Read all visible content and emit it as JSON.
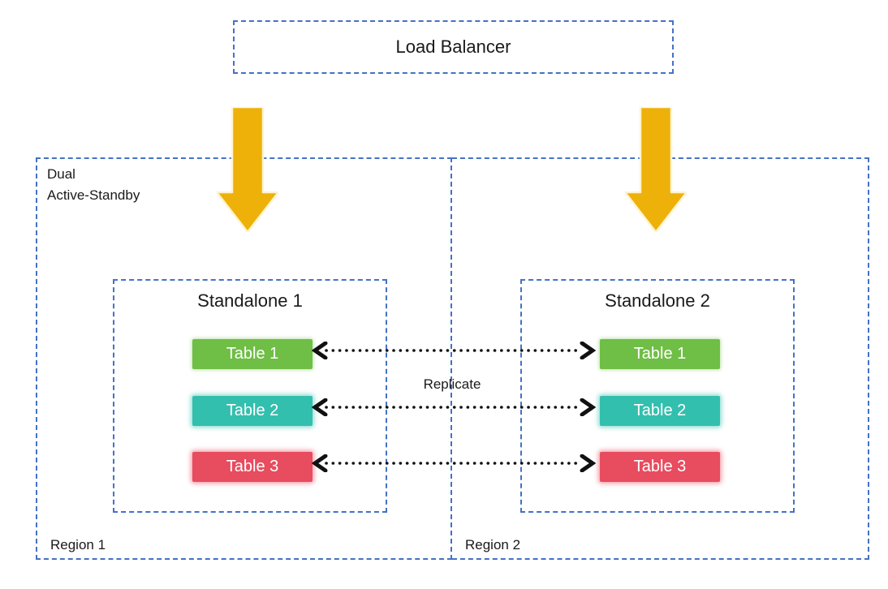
{
  "load_balancer": {
    "label": "Load Balancer"
  },
  "replication": {
    "label": "Replicate"
  },
  "regions": [
    {
      "label": "Region 1",
      "note": "Dual\nActive-Standby",
      "standalone": {
        "title": "Standalone 1",
        "tables": [
          {
            "label": "Table 1",
            "color": "#6FBE45"
          },
          {
            "label": "Table 2",
            "color": "#33BFAE"
          },
          {
            "label": "Table 3",
            "color": "#E84C5F"
          }
        ]
      }
    },
    {
      "label": "Region 2",
      "note": "",
      "standalone": {
        "title": "Standalone 2",
        "tables": [
          {
            "label": "Table 1",
            "color": "#6FBE45"
          },
          {
            "label": "Table 2",
            "color": "#33BFAE"
          },
          {
            "label": "Table 3",
            "color": "#E84C5F"
          }
        ]
      }
    }
  ],
  "colors": {
    "dashed_border_blue": "#4472C4",
    "flow_arrow_gold": "#EDB10A",
    "replicate_arrow_black": "#111111",
    "table_text_white": "#FFFFFF"
  }
}
